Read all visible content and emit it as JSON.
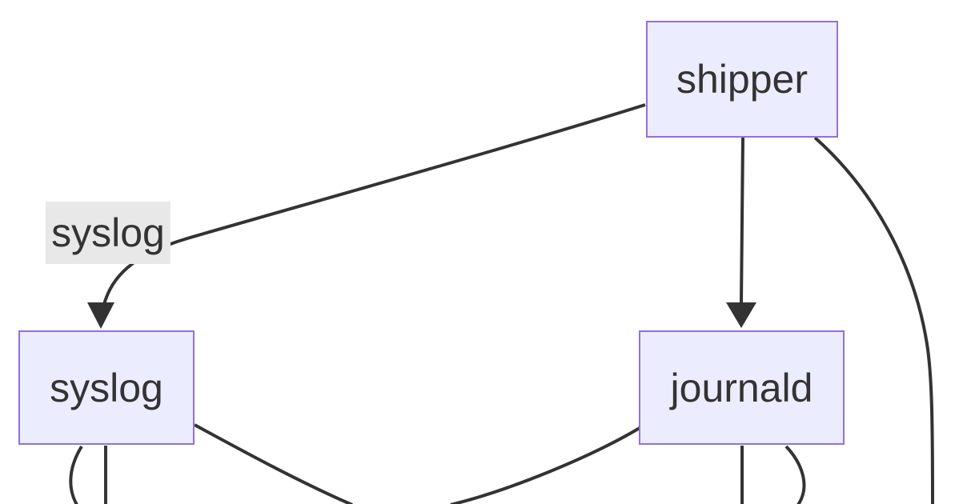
{
  "diagram": {
    "type": "flowchart",
    "nodes": [
      {
        "id": "shipper",
        "label": "shipper"
      },
      {
        "id": "syslog",
        "label": "syslog"
      },
      {
        "id": "journald",
        "label": "journald"
      }
    ],
    "edges": [
      {
        "from": "shipper",
        "to": "syslog",
        "label": "syslog",
        "arrow": true
      },
      {
        "from": "shipper",
        "to": "journald",
        "label": "",
        "arrow": true
      },
      {
        "from": "shipper",
        "to": "offscreen-bottom-right",
        "label": ""
      },
      {
        "from": "syslog",
        "to": "offscreen-bottom-loop",
        "label": ""
      },
      {
        "from": "syslog",
        "to": "offscreen-bottom",
        "label": ""
      },
      {
        "from": "syslog",
        "to": "offscreen-bottom-center",
        "label": ""
      },
      {
        "from": "journald",
        "to": "offscreen-bottom-center",
        "label": ""
      },
      {
        "from": "journald",
        "to": "offscreen-bottom",
        "label": ""
      },
      {
        "from": "journald",
        "to": "offscreen-bottom-loop",
        "label": ""
      }
    ],
    "colors": {
      "canvas_bg": "#ffffff",
      "node_fill": "#ECECFF",
      "node_border": "#9370DB",
      "edge_stroke": "#333333",
      "edge_label_bg": "#e8e8e8",
      "text": "#333333"
    }
  }
}
